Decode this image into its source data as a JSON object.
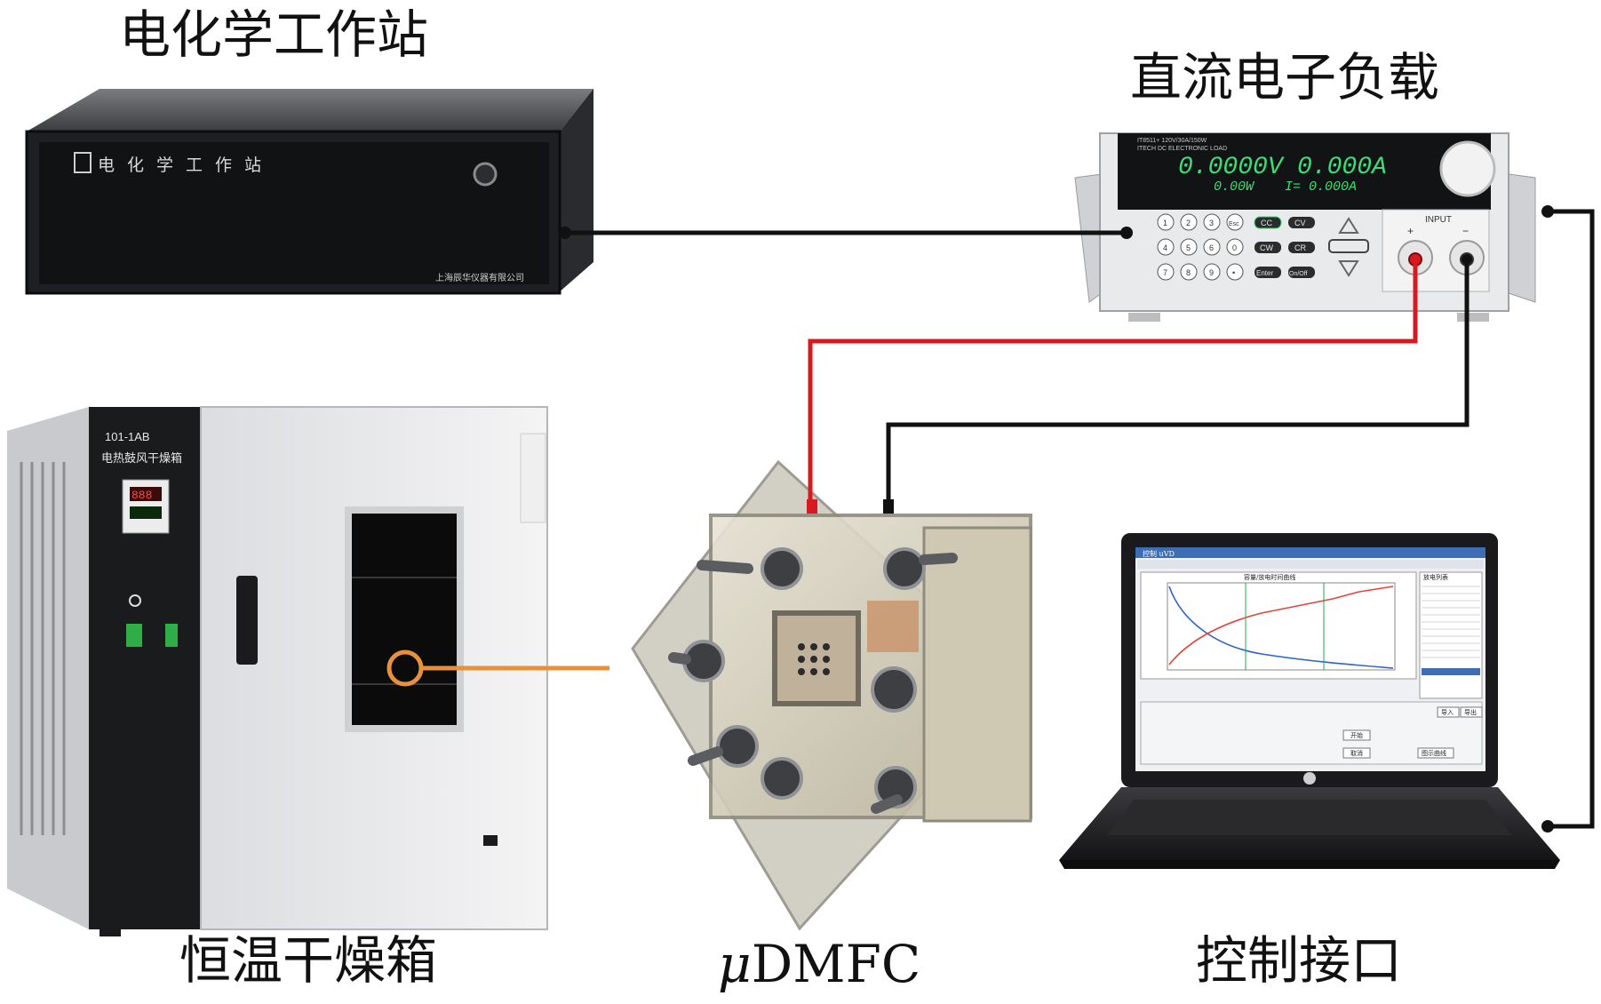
{
  "captions": {
    "workstation": "电化学工作站",
    "load": "直流电子负载",
    "oven": "恒温干燥箱",
    "cell_mu": "μ",
    "cell_rest": "DMFC",
    "interface": "控制接口"
  },
  "workstation_panel": {
    "brand_text": "电化学工作站",
    "maker_text": "上海辰华仪器有限公司"
  },
  "load_panel": {
    "model": "IT8511+ 120V/30A/150W",
    "brand": "ITECH DC ELECTRONIC LOAD",
    "voltage": "0.0000V",
    "current": "0.000A",
    "power": "0.00W",
    "current2": "I= 0.000A",
    "input_label": "INPUT",
    "plus": "+",
    "minus": "−",
    "keys": [
      "1",
      "2",
      "3",
      "Esc",
      "4",
      "5",
      "6",
      "0",
      "7",
      "8",
      "9",
      "•"
    ],
    "mode_keys": [
      "CC",
      "CV",
      "CW",
      "CR",
      "Enter",
      "On/Off"
    ]
  },
  "oven_panel": {
    "model": "101-1AB",
    "name": "电热鼓风干燥箱",
    "display": "888"
  },
  "laptop_screen": {
    "window_title": "控制 uVD",
    "plot_title": "容量/放电时间曲线",
    "side_title": "放电列表",
    "buttons": [
      "开始",
      "取消",
      "导入",
      "导出",
      "图示曲线"
    ]
  },
  "colors": {
    "wire_black": "#111111",
    "wire_red": "#d71920",
    "pointer_orange": "#e8913a"
  }
}
